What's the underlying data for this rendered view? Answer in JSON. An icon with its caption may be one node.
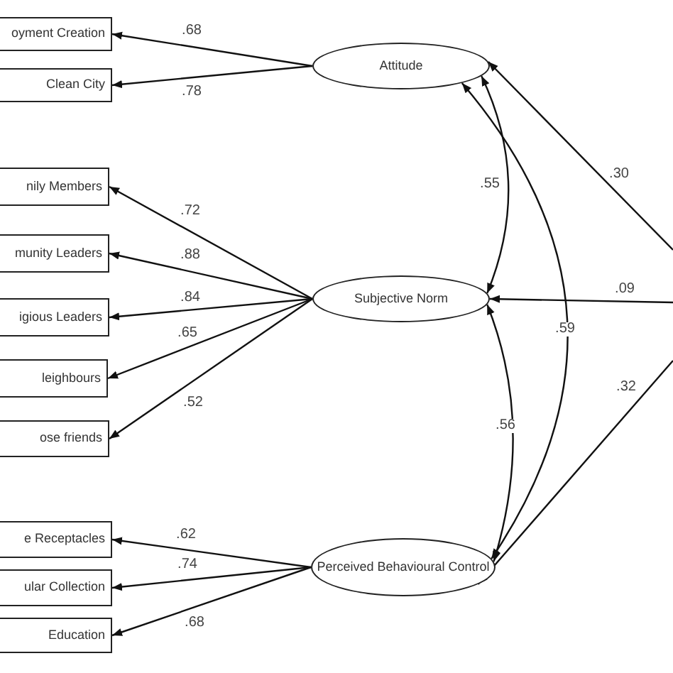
{
  "diagram": {
    "nodes": [
      {
        "text": [
          "oyment Creation"
        ]
      },
      {
        "text": [
          "Clean City"
        ]
      },
      {
        "text": [
          "nily Members"
        ]
      },
      {
        "text": [
          "munity Leaders"
        ]
      },
      {
        "text": [
          "igious Leaders"
        ]
      },
      {
        "text": [
          "leighbours"
        ]
      },
      {
        "text": [
          "ose friends"
        ]
      },
      {
        "text": [
          "e Receptacles"
        ]
      },
      {
        "text": [
          "ular Collection"
        ]
      },
      {
        "text": [
          "Education"
        ]
      },
      {
        "text": [
          "Attitude"
        ]
      },
      {
        "text": [
          "Subjective Norm"
        ]
      },
      {
        "text": [
          "Perceived Behavioural Control"
        ]
      }
    ],
    "edges": [
      {
        "from": 10,
        "to": 0,
        "arrow": "to",
        "label": ".68"
      },
      {
        "from": 10,
        "to": 1,
        "arrow": "to",
        "label": ".78"
      },
      {
        "from": 11,
        "to": 2,
        "arrow": "to",
        "label": ".72"
      },
      {
        "from": 11,
        "to": 3,
        "arrow": "to",
        "label": ".88"
      },
      {
        "from": 11,
        "to": 4,
        "arrow": "to",
        "label": ".84"
      },
      {
        "from": 11,
        "to": 5,
        "arrow": "to",
        "label": ".65"
      },
      {
        "from": 11,
        "to": 6,
        "arrow": "to",
        "label": ".52"
      },
      {
        "from": 12,
        "to": 7,
        "arrow": "to",
        "label": ".62"
      },
      {
        "from": 12,
        "to": 8,
        "arrow": "to",
        "label": ".74"
      },
      {
        "from": 12,
        "to": 9,
        "arrow": "to",
        "label": ".68"
      },
      {
        "from": 10,
        "to": 11,
        "arrow": "both",
        "label": ".55"
      },
      {
        "from": 11,
        "to": 12,
        "arrow": "both",
        "label": ".56"
      },
      {
        "from": 10,
        "to": 12,
        "arrow": "both",
        "label": ".59"
      },
      {
        "from": null,
        "to": 10,
        "arrow": "to",
        "label": ".30"
      },
      {
        "from": null,
        "to": 11,
        "arrow": "to",
        "label": ".09"
      },
      {
        "from": null,
        "to": 12,
        "arrow": "to",
        "label": ".32"
      }
    ]
  }
}
